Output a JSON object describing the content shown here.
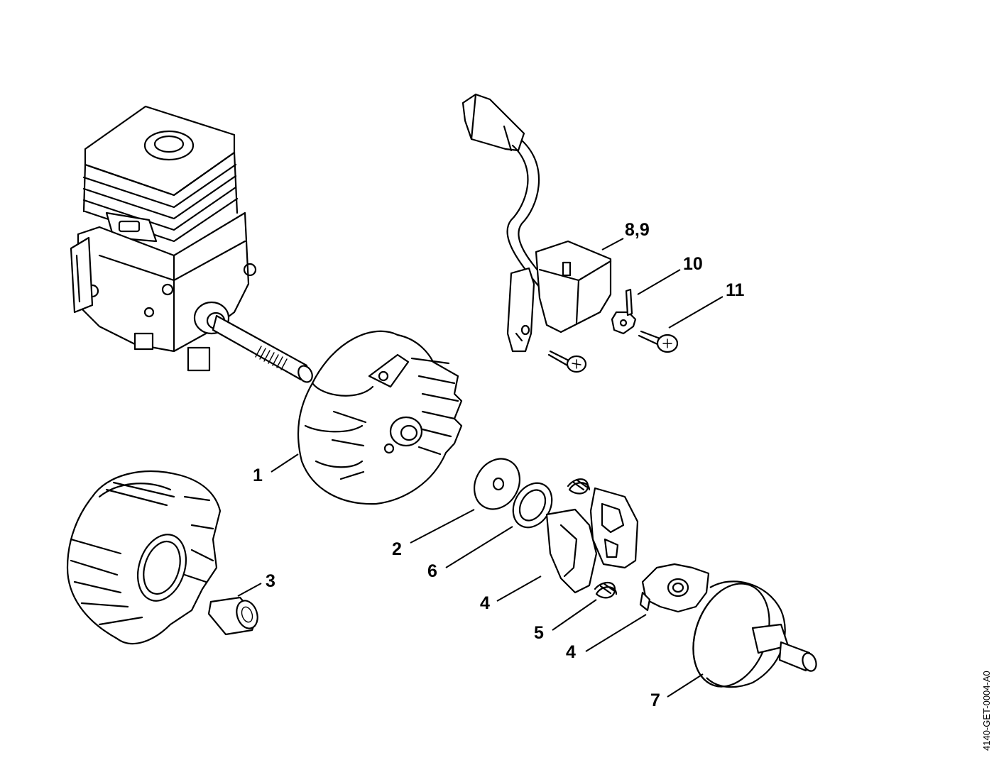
{
  "callouts": {
    "c1": "1",
    "c2": "2",
    "c3": "3",
    "c4a": "4",
    "c4b": "4",
    "c5": "5",
    "c6": "6",
    "c7": "7",
    "c89": "8,9",
    "c10": "10",
    "c11": "11"
  },
  "drawing_id": "4140-GET-0004-A0"
}
